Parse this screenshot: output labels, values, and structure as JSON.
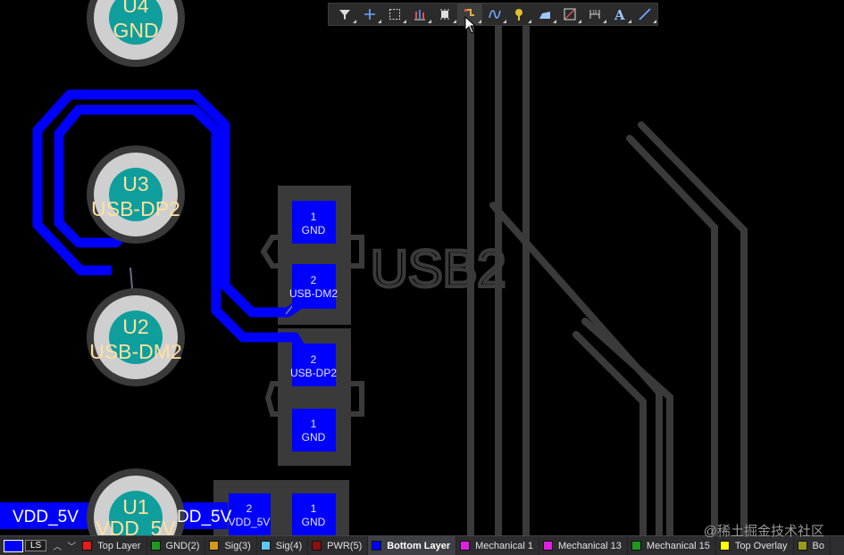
{
  "toolbar": {
    "buttons": [
      {
        "icon": "filter-icon",
        "name": "filter-button"
      },
      {
        "icon": "crosshair-icon",
        "name": "move-button"
      },
      {
        "icon": "select-box-icon",
        "name": "select-button"
      },
      {
        "icon": "align-icon",
        "name": "align-button"
      },
      {
        "icon": "component-icon",
        "name": "component-button"
      },
      {
        "icon": "route-icon",
        "name": "route-button",
        "active": true
      },
      {
        "icon": "diff-pair-icon",
        "name": "diff-pair-button"
      },
      {
        "icon": "via-icon",
        "name": "via-button"
      },
      {
        "icon": "polygon-icon",
        "name": "polygon-button"
      },
      {
        "icon": "region-icon",
        "name": "region-button"
      },
      {
        "icon": "dimension-icon",
        "name": "dimension-button"
      },
      {
        "icon": "text-icon",
        "name": "text-button"
      },
      {
        "icon": "line-icon",
        "name": "line-button"
      }
    ]
  },
  "colors": {
    "bottom_layer": "#0000ff",
    "overlay_gray": "#3a3a3a",
    "pad_teal": "#0f9e9c",
    "pad_ring": "#cfcfcf",
    "pad_text": "#ffe0a0"
  },
  "pcb": {
    "round_pads": [
      {
        "line1": "U4",
        "line2": "GND"
      },
      {
        "line1": "U3",
        "line2": "USB-DP2"
      },
      {
        "line1": "U2",
        "line2": "USB-DM2"
      },
      {
        "line1": "U1",
        "line2": "VDD_5V"
      }
    ],
    "smd_pads": [
      {
        "num": "1",
        "net": "GND"
      },
      {
        "num": "2",
        "net": "USB-DM2"
      },
      {
        "num": "2",
        "net": "USB-DP2"
      },
      {
        "num": "1",
        "net": "GND"
      },
      {
        "num": "2",
        "net": "VDD_5V"
      },
      {
        "num": "1",
        "net": "GND"
      }
    ],
    "designator": "USB2",
    "net_labels": [
      "VDD_5V",
      "DD_5V"
    ]
  },
  "layer_bar": {
    "ls_label": "LS",
    "layers": [
      {
        "name": "Top Layer",
        "color": "#e81b1b"
      },
      {
        "name": "GND(2)",
        "color": "#1f9a1f"
      },
      {
        "name": "Sig(3)",
        "color": "#d49a1a"
      },
      {
        "name": "Sig(4)",
        "color": "#5ec8f0"
      },
      {
        "name": "PWR(5)",
        "color": "#8b1010"
      },
      {
        "name": "Bottom Layer",
        "color": "#0000ff",
        "active": true
      },
      {
        "name": "Mechanical 1",
        "color": "#e020e0"
      },
      {
        "name": "Mechanical 13",
        "color": "#e020e0"
      },
      {
        "name": "Mechanical 15",
        "color": "#1f9a1f"
      },
      {
        "name": "Top Overlay",
        "color": "#ffff00"
      },
      {
        "name": "Bo",
        "color": "#9a9a1a"
      }
    ]
  },
  "watermark": "@稀土掘金技术社区"
}
